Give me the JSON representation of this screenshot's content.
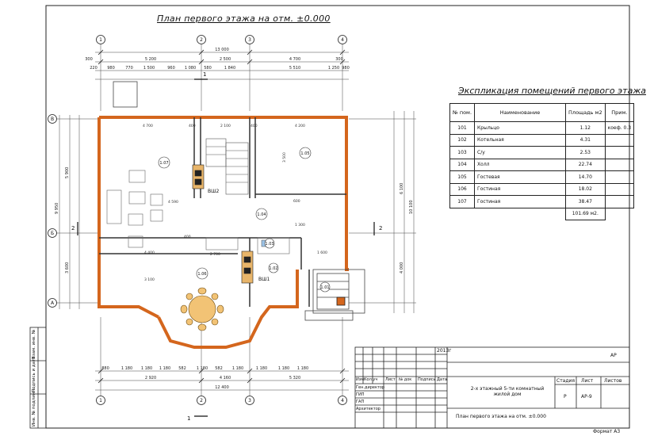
{
  "sheet": {
    "title": "План первого этажа на отм. ±0.000",
    "format": "Формат А3"
  },
  "axes": {
    "numbers": [
      "1",
      "2",
      "3",
      "4"
    ],
    "letters": [
      "В",
      "Б",
      "А"
    ],
    "section_mark": "1",
    "section_mark_2": "2"
  },
  "dims": {
    "overall_top": "13 000",
    "top_row": [
      "5 200",
      "2 500",
      "4 700"
    ],
    "top_detail": [
      "220",
      "980",
      "770",
      "1 500",
      "960",
      "1 080",
      "580",
      "1 840",
      "5 510",
      "1 250",
      "980"
    ],
    "top_300_left": "300",
    "top_300_right": "300",
    "bottom_total": "12 400",
    "bottom_row": [
      "2 920",
      "4 160",
      "5 320"
    ],
    "bottom_detail": [
      "880",
      "1 180",
      "1 180",
      "1 180",
      "582",
      "1 180",
      "582",
      "1 180",
      "1 180",
      "1 180",
      "1 180"
    ],
    "left_total": "9 950",
    "left_row": [
      "5 900",
      "3 600"
    ],
    "right_total": "10 100",
    "right_row": [
      "6 100",
      "4 000"
    ]
  },
  "rooms": [
    {
      "num": "1.07",
      "area": "4 590"
    },
    {
      "num": "1.05"
    },
    {
      "num": "1.04"
    },
    {
      "num": "1.03"
    },
    {
      "num": "1.02"
    },
    {
      "num": "1.06"
    },
    {
      "num": "1.01"
    }
  ],
  "labels": {
    "vsh2": "ВШ2",
    "vsh1": "ВШ1",
    "stair_note": "ВШ2",
    "interior_dims": [
      "4 700",
      "400",
      "2 100",
      "400",
      "4 200",
      "4 400",
      "2 700",
      "1 600",
      "3 100",
      "3 500",
      "1 300",
      "600",
      "400"
    ]
  },
  "explication": {
    "title": "Экспликация помещений первого этажа",
    "headers": [
      "№ пом.",
      "Наименование",
      "Площадь м2",
      "Прим."
    ],
    "rows": [
      [
        "101",
        "Крыльцо",
        "1.12",
        "коеф. 0.3"
      ],
      [
        "102",
        "Котельная",
        "4.31",
        ""
      ],
      [
        "103",
        "С/у",
        "2.53",
        ""
      ],
      [
        "104",
        "Холл",
        "22.74",
        ""
      ],
      [
        "105",
        "Гостевая",
        "14.70",
        ""
      ],
      [
        "106",
        "Гостиная",
        "18.02",
        ""
      ],
      [
        "107",
        "Гостиная",
        "38.47",
        ""
      ]
    ],
    "total": "101.69 м2."
  },
  "stamp": {
    "year": "2013г",
    "code": "АР",
    "header_cols": [
      "Изм.",
      "Кол.уч",
      "Лист",
      "№ док",
      "Подпись",
      "Дата"
    ],
    "roles": [
      "Ген.директор",
      "ГИП",
      "ГАП",
      "Архитектор"
    ],
    "project": "2-х этажный 5-ти комнатный жилой дом",
    "sheet_name": "План первого этажа на отм. ±0.000",
    "stage_label": "Стадия",
    "sheet_label": "Лист",
    "sheets_label": "Листов",
    "stage": "Р",
    "sheet_num": "АР-9"
  },
  "side_stamp": [
    "Инв. № подлинн.",
    "Подпись и дата",
    "Взам. инв. №"
  ]
}
